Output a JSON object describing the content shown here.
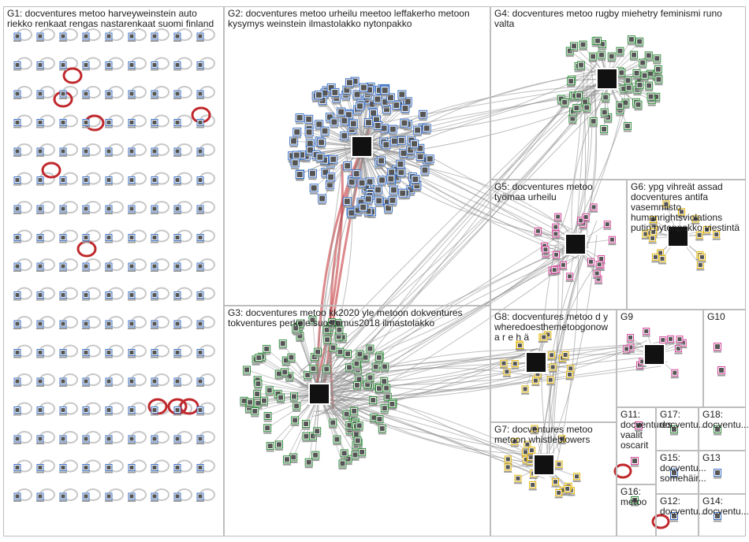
{
  "graph_title": "",
  "colors": {
    "edge": "#8a8a8a",
    "edge_red": "#c0282c",
    "box_border": "#bdbdbd",
    "node_green": "#2e8b3a",
    "node_yellow": "#e2b400",
    "node_pink": "#d6439a",
    "node_blue": "#3a6fc4",
    "label_text": "#202020"
  },
  "groups": [
    {
      "id": "G1",
      "label": "G1: docventures metoo harveyweinstein auto riekko renkaat rengas nastarenkaat suomi finland"
    },
    {
      "id": "G2",
      "label": "G2: docventures metoo urheilu meetoo leffakerho metoon kysymys weinstein ilmastolakko nytonpakko"
    },
    {
      "id": "G3",
      "label": "G3: docventures metoo kk2020 yle metoon dokventures tokventures perkele suostumus2018 ilmastolakko"
    },
    {
      "id": "G4",
      "label": "G4: docventures metoo rugby miehetry feminismi runo valta"
    },
    {
      "id": "G5",
      "label": "G5: docventures metoo työmaa urheilu"
    },
    {
      "id": "G6",
      "label": "G6: ypg vihreät assad docventures antifa vasemmisto humanrightsviolations putin nytonpakko viestintä"
    },
    {
      "id": "G7",
      "label": "G7: docventures metoo metoon whistleblowers"
    },
    {
      "id": "G8",
      "label": "G8: docventures metoo d y wheredoesthemetoogonow a r e h ä"
    },
    {
      "id": "G9",
      "label": "G9"
    },
    {
      "id": "G10",
      "label": "G10"
    },
    {
      "id": "G11",
      "label": "G11: docventures vaalit oscarit"
    },
    {
      "id": "G12",
      "label": "G12: docventu..."
    },
    {
      "id": "G13",
      "label": "G13"
    },
    {
      "id": "G14",
      "label": "G14: docventu..."
    },
    {
      "id": "G15",
      "label": "G15: docventu... somehäir..."
    },
    {
      "id": "G16",
      "label": "G16: metoo"
    },
    {
      "id": "G17",
      "label": "G17: docventu..."
    },
    {
      "id": "G18",
      "label": "G18: docventu..."
    }
  ]
}
